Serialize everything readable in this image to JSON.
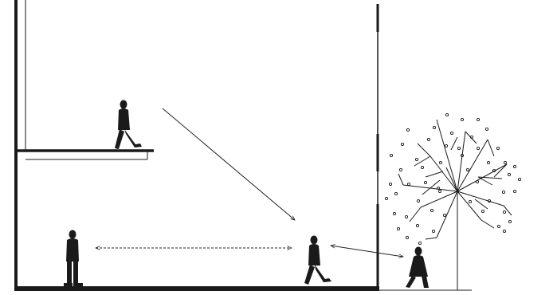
{
  "diagram": {
    "colors": {
      "ink": "#1a1a1a",
      "line": "#222222",
      "background": "#ffffff"
    },
    "elements": {
      "building": "building-section",
      "mezzanine": "mezzanine-floor",
      "ground": "ground-floor",
      "tree": "tree-icon",
      "people": [
        "person-walking-mezzanine",
        "person-standing-left",
        "person-walking-ground",
        "person-walking-outside"
      ],
      "arrows": [
        "diagonal-sightline-arrow",
        "horizontal-dashed-double-arrow",
        "outside-connection-arrow"
      ]
    }
  }
}
